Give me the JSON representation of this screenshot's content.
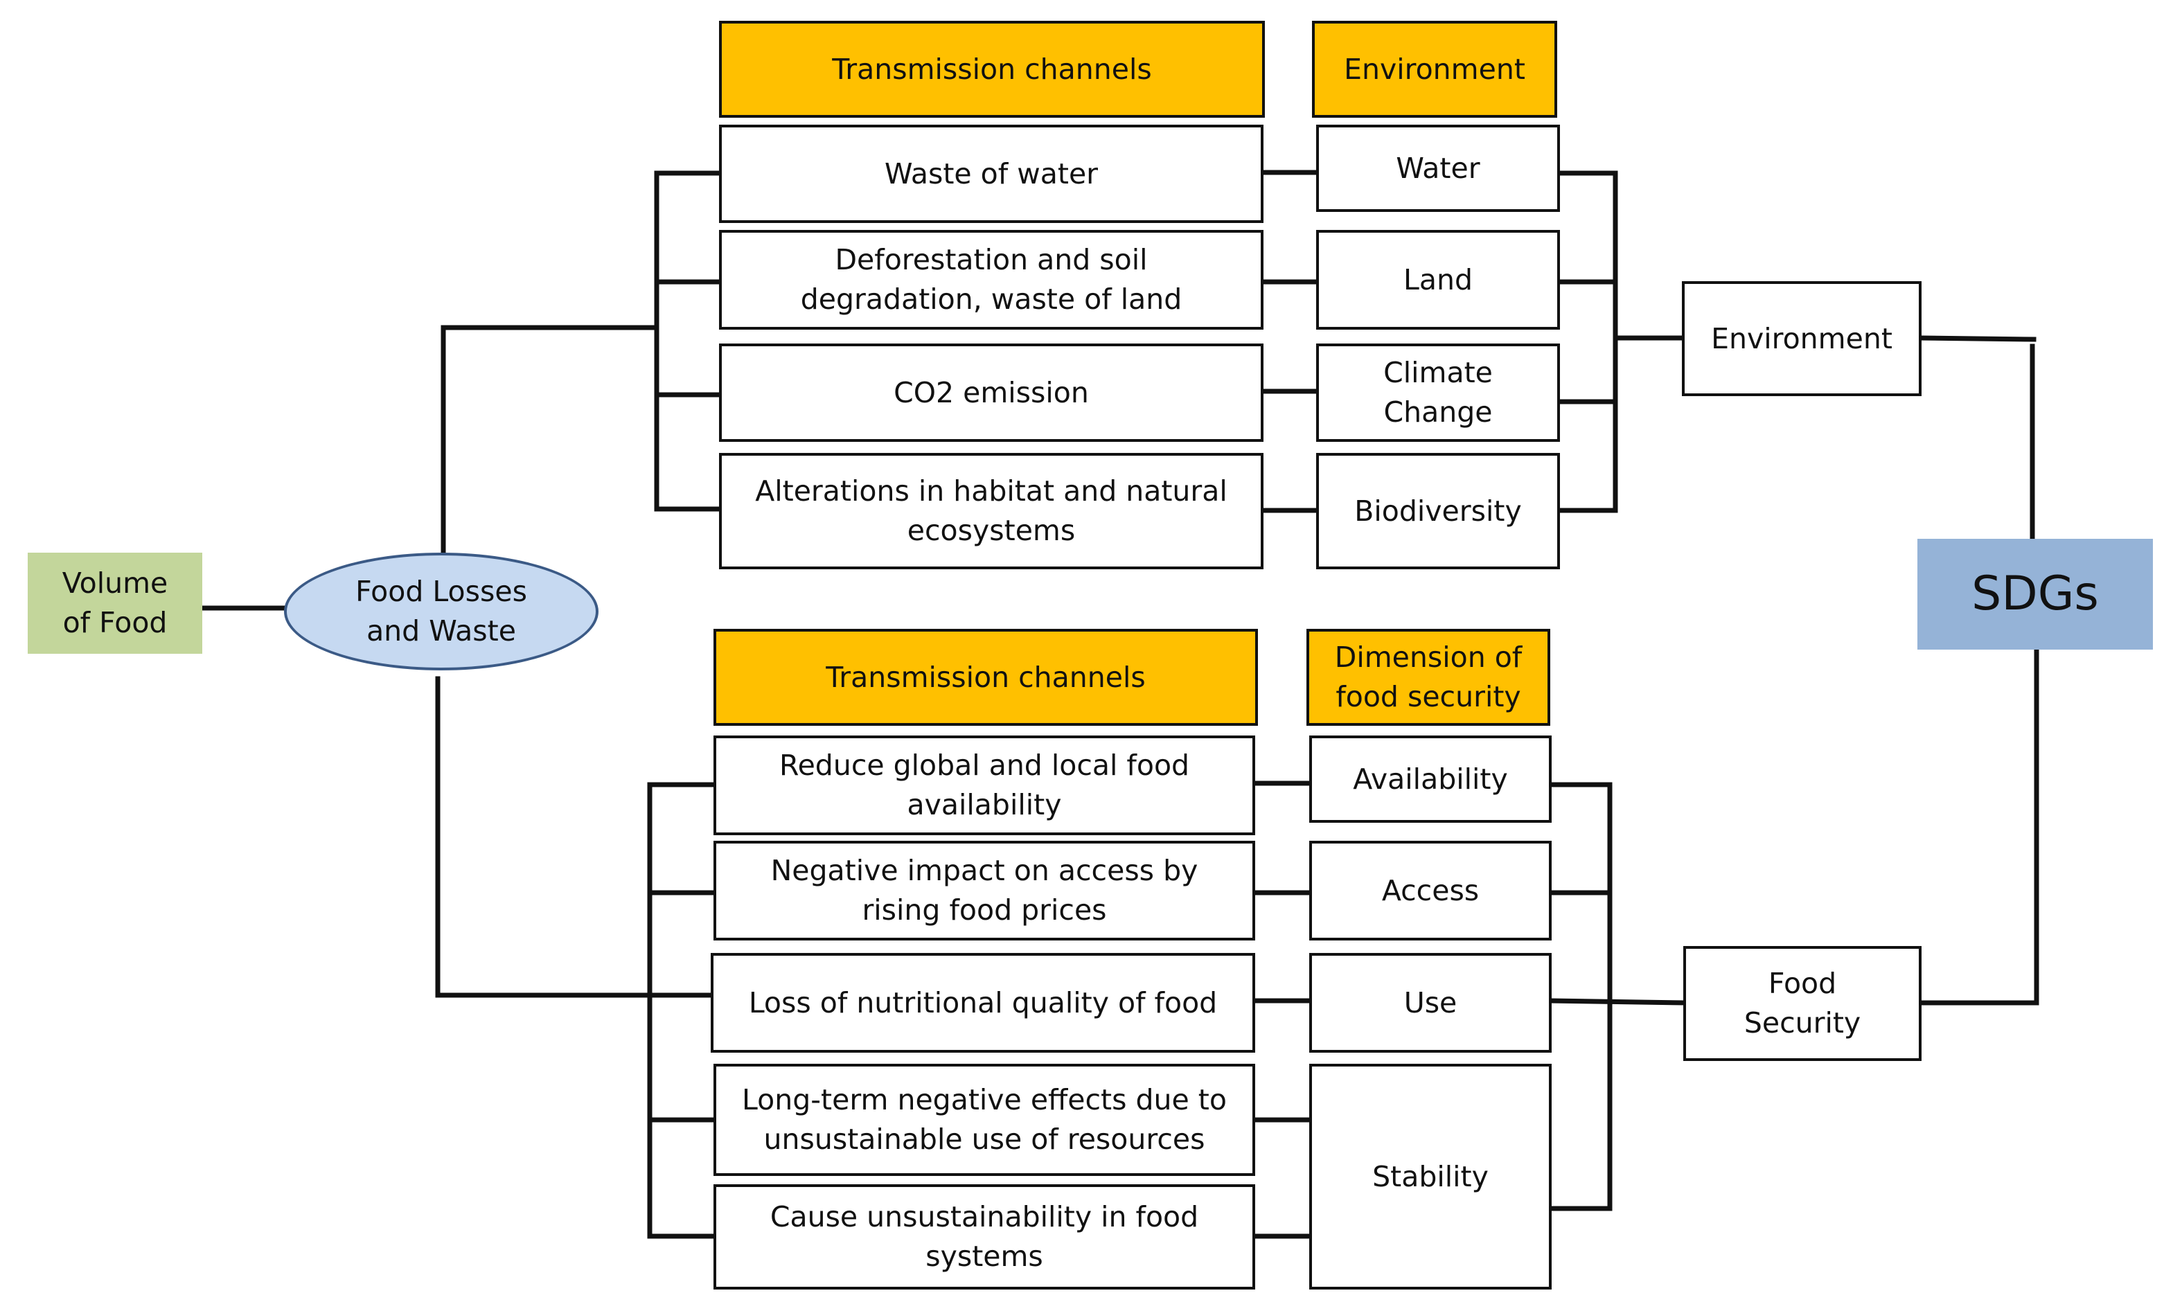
{
  "diagram": {
    "volume": "Volume of Food",
    "flw": "Food Losses and Waste",
    "sdgs": "SDGs",
    "environment_branch": {
      "channels_header": "Transmission channels",
      "category_header": "Environment",
      "channels": [
        "Waste of water",
        "Deforestation and soil degradation, waste of land",
        "CO2 emission",
        "Alterations in habitat and natural ecosystems"
      ],
      "categories": [
        "Water",
        "Land",
        "Climate Change",
        "Biodiversity"
      ],
      "summary": "Environment"
    },
    "food_branch": {
      "channels_header": "Transmission channels",
      "category_header": "Dimension of food security",
      "channels": [
        "Reduce global and local food availability",
        "Negative impact on access by rising food prices",
        "Loss of nutritional quality of food",
        "Long-term negative effects due to unsustainable use of resources",
        "Cause unsustainability in food systems"
      ],
      "categories": [
        "Availability",
        "Access",
        "Use",
        "Stability"
      ],
      "summary": "Food Security"
    },
    "colors": {
      "header": "#FFC000",
      "volume": "#C3D69B",
      "flw": "#C6D9F1",
      "sdgs": "#95B3D7",
      "line": "#111111"
    }
  }
}
